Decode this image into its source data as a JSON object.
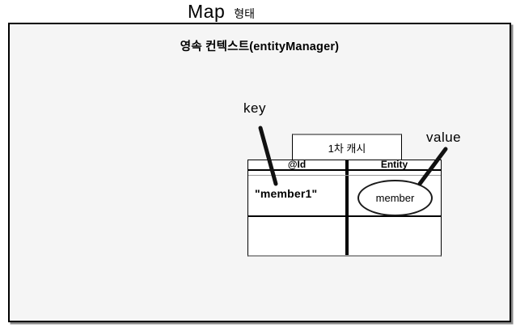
{
  "page": {
    "title_en": "Map",
    "title_ko": "형태"
  },
  "panel": {
    "heading": "영속 컨텍스트(entityManager)"
  },
  "cache": {
    "label": "1차 캐시"
  },
  "table": {
    "columns": [
      "@Id",
      "Entity"
    ],
    "rows": [
      {
        "id": "\"member1\"",
        "entity": "member"
      },
      {
        "id": "",
        "entity": ""
      }
    ]
  },
  "annotations": {
    "key_label": "key",
    "value_label": "value"
  },
  "colors": {
    "panel_background": "#f5f5f5",
    "border": "#000000",
    "shadow": "#8c8c8c",
    "gray_line": "#999999"
  }
}
